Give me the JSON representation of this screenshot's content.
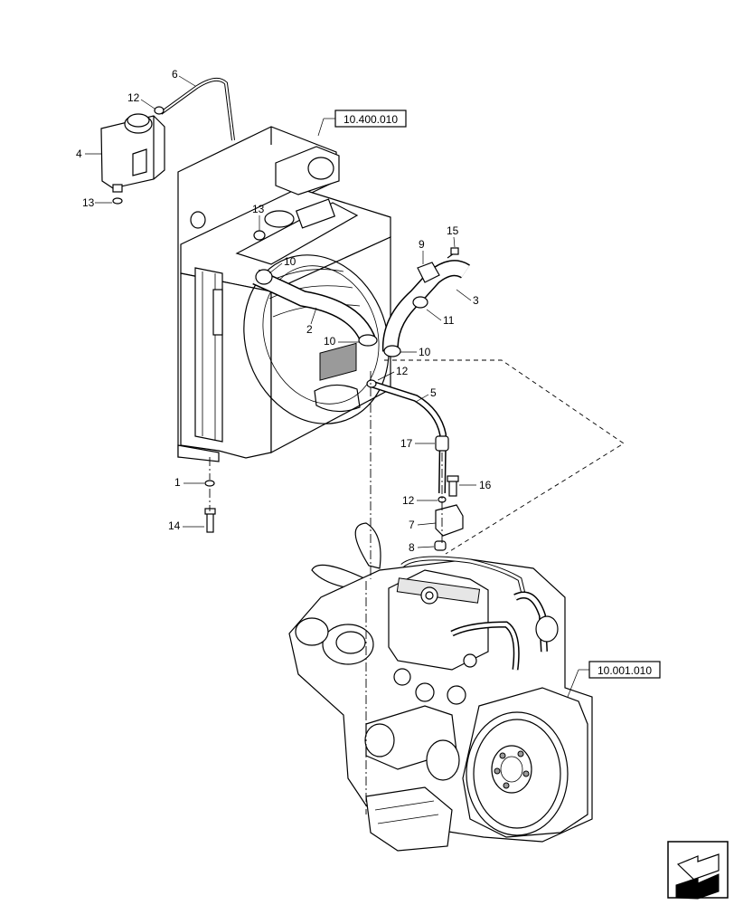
{
  "references": {
    "cooling_assembly": "10.400.010",
    "engine_assembly": "10.001.010"
  },
  "callouts": {
    "c1": "1",
    "c2": "2",
    "c3": "3",
    "c4": "4",
    "c5": "5",
    "c6": "6",
    "c7": "7",
    "c8": "8",
    "c9": "9",
    "c10a": "10",
    "c10b": "10",
    "c10c": "10",
    "c11": "11",
    "c12a": "12",
    "c12b": "12",
    "c12c": "12",
    "c13a": "13",
    "c13b": "13",
    "c14": "14",
    "c15": "15",
    "c16": "16",
    "c17": "17"
  },
  "icons": {
    "navigation": "next-page-arrow-icon"
  }
}
